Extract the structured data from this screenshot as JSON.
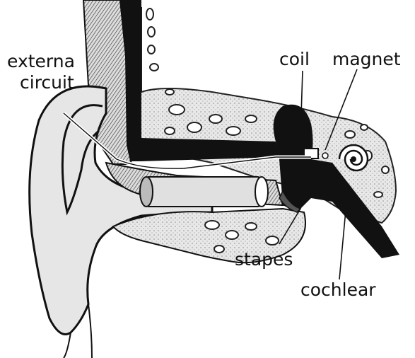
{
  "labels": {
    "external_circuit_line1": "externa",
    "external_circuit_line2": "circuit",
    "coil": "coil",
    "magnet": "magnet",
    "stapes": "stapes",
    "cochlear": "cochlear"
  }
}
